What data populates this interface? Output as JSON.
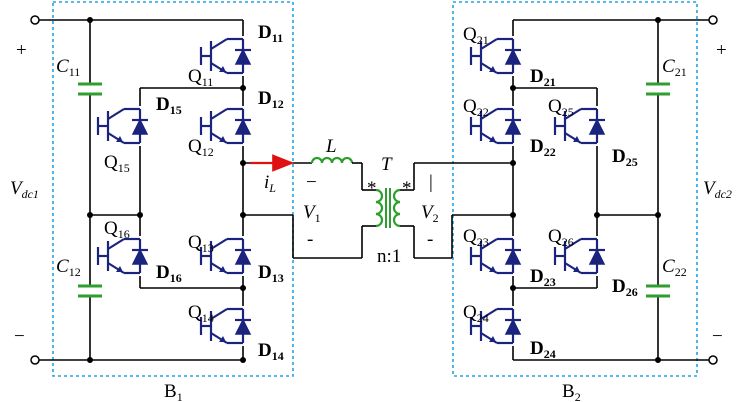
{
  "colors": {
    "wire": "#000000",
    "device": "#1a237e",
    "capacitor": "#2e9e2e",
    "bridge_box": "#22a5e0",
    "current_arrow": "#e01010"
  },
  "bridges": [
    {
      "id": "B1",
      "label": "B",
      "label_sub": "1"
    },
    {
      "id": "B2",
      "label": "B",
      "label_sub": "2"
    }
  ],
  "sources": [
    {
      "id": "Vdc1",
      "label": "V",
      "label_sub": "dc1",
      "plus": "+",
      "minus": "−"
    },
    {
      "id": "Vdc2",
      "label": "V",
      "label_sub": "dc2",
      "plus": "+",
      "minus": "−"
    }
  ],
  "capacitors": [
    {
      "id": "C11",
      "label": "C",
      "label_sub": "11"
    },
    {
      "id": "C12",
      "label": "C",
      "label_sub": "12"
    },
    {
      "id": "C21",
      "label": "C",
      "label_sub": "21"
    },
    {
      "id": "C22",
      "label": "C",
      "label_sub": "22"
    }
  ],
  "switches": [
    {
      "id": "Q11",
      "label": "Q",
      "label_sub": "11",
      "diode": "D",
      "diode_sub": "11"
    },
    {
      "id": "Q12",
      "label": "Q",
      "label_sub": "12",
      "diode": "D",
      "diode_sub": "12"
    },
    {
      "id": "Q13",
      "label": "Q",
      "label_sub": "13",
      "diode": "D",
      "diode_sub": "13"
    },
    {
      "id": "Q14",
      "label": "Q",
      "label_sub": "14",
      "diode": "D",
      "diode_sub": "14"
    },
    {
      "id": "Q15",
      "label": "Q",
      "label_sub": "15",
      "diode": "D",
      "diode_sub": "15"
    },
    {
      "id": "Q16",
      "label": "Q",
      "label_sub": "16",
      "diode": "D",
      "diode_sub": "16"
    },
    {
      "id": "Q21",
      "label": "Q",
      "label_sub": "21",
      "diode": "D",
      "diode_sub": "21"
    },
    {
      "id": "Q22",
      "label": "Q",
      "label_sub": "22",
      "diode": "D",
      "diode_sub": "22"
    },
    {
      "id": "Q23",
      "label": "Q",
      "label_sub": "23",
      "diode": "D",
      "diode_sub": "23"
    },
    {
      "id": "Q24",
      "label": "Q",
      "label_sub": "24",
      "diode": "D",
      "diode_sub": "24"
    },
    {
      "id": "Q25",
      "label": "Q",
      "label_sub": "25",
      "diode": "D",
      "diode_sub": "25"
    },
    {
      "id": "Q26",
      "label": "Q",
      "label_sub": "26",
      "diode": "D",
      "diode_sub": "26"
    }
  ],
  "transformer": {
    "label": "T",
    "ratio": "n:1",
    "dot_primary": "*",
    "dot_secondary": "*",
    "inductor_label": "L",
    "current_label": "i",
    "current_sub": "L",
    "v1": {
      "label": "V",
      "sub": "1",
      "plus": "−",
      "minus": "-"
    },
    "v2": {
      "label": "V",
      "sub": "2",
      "plus": "|",
      "minus": "-"
    }
  }
}
